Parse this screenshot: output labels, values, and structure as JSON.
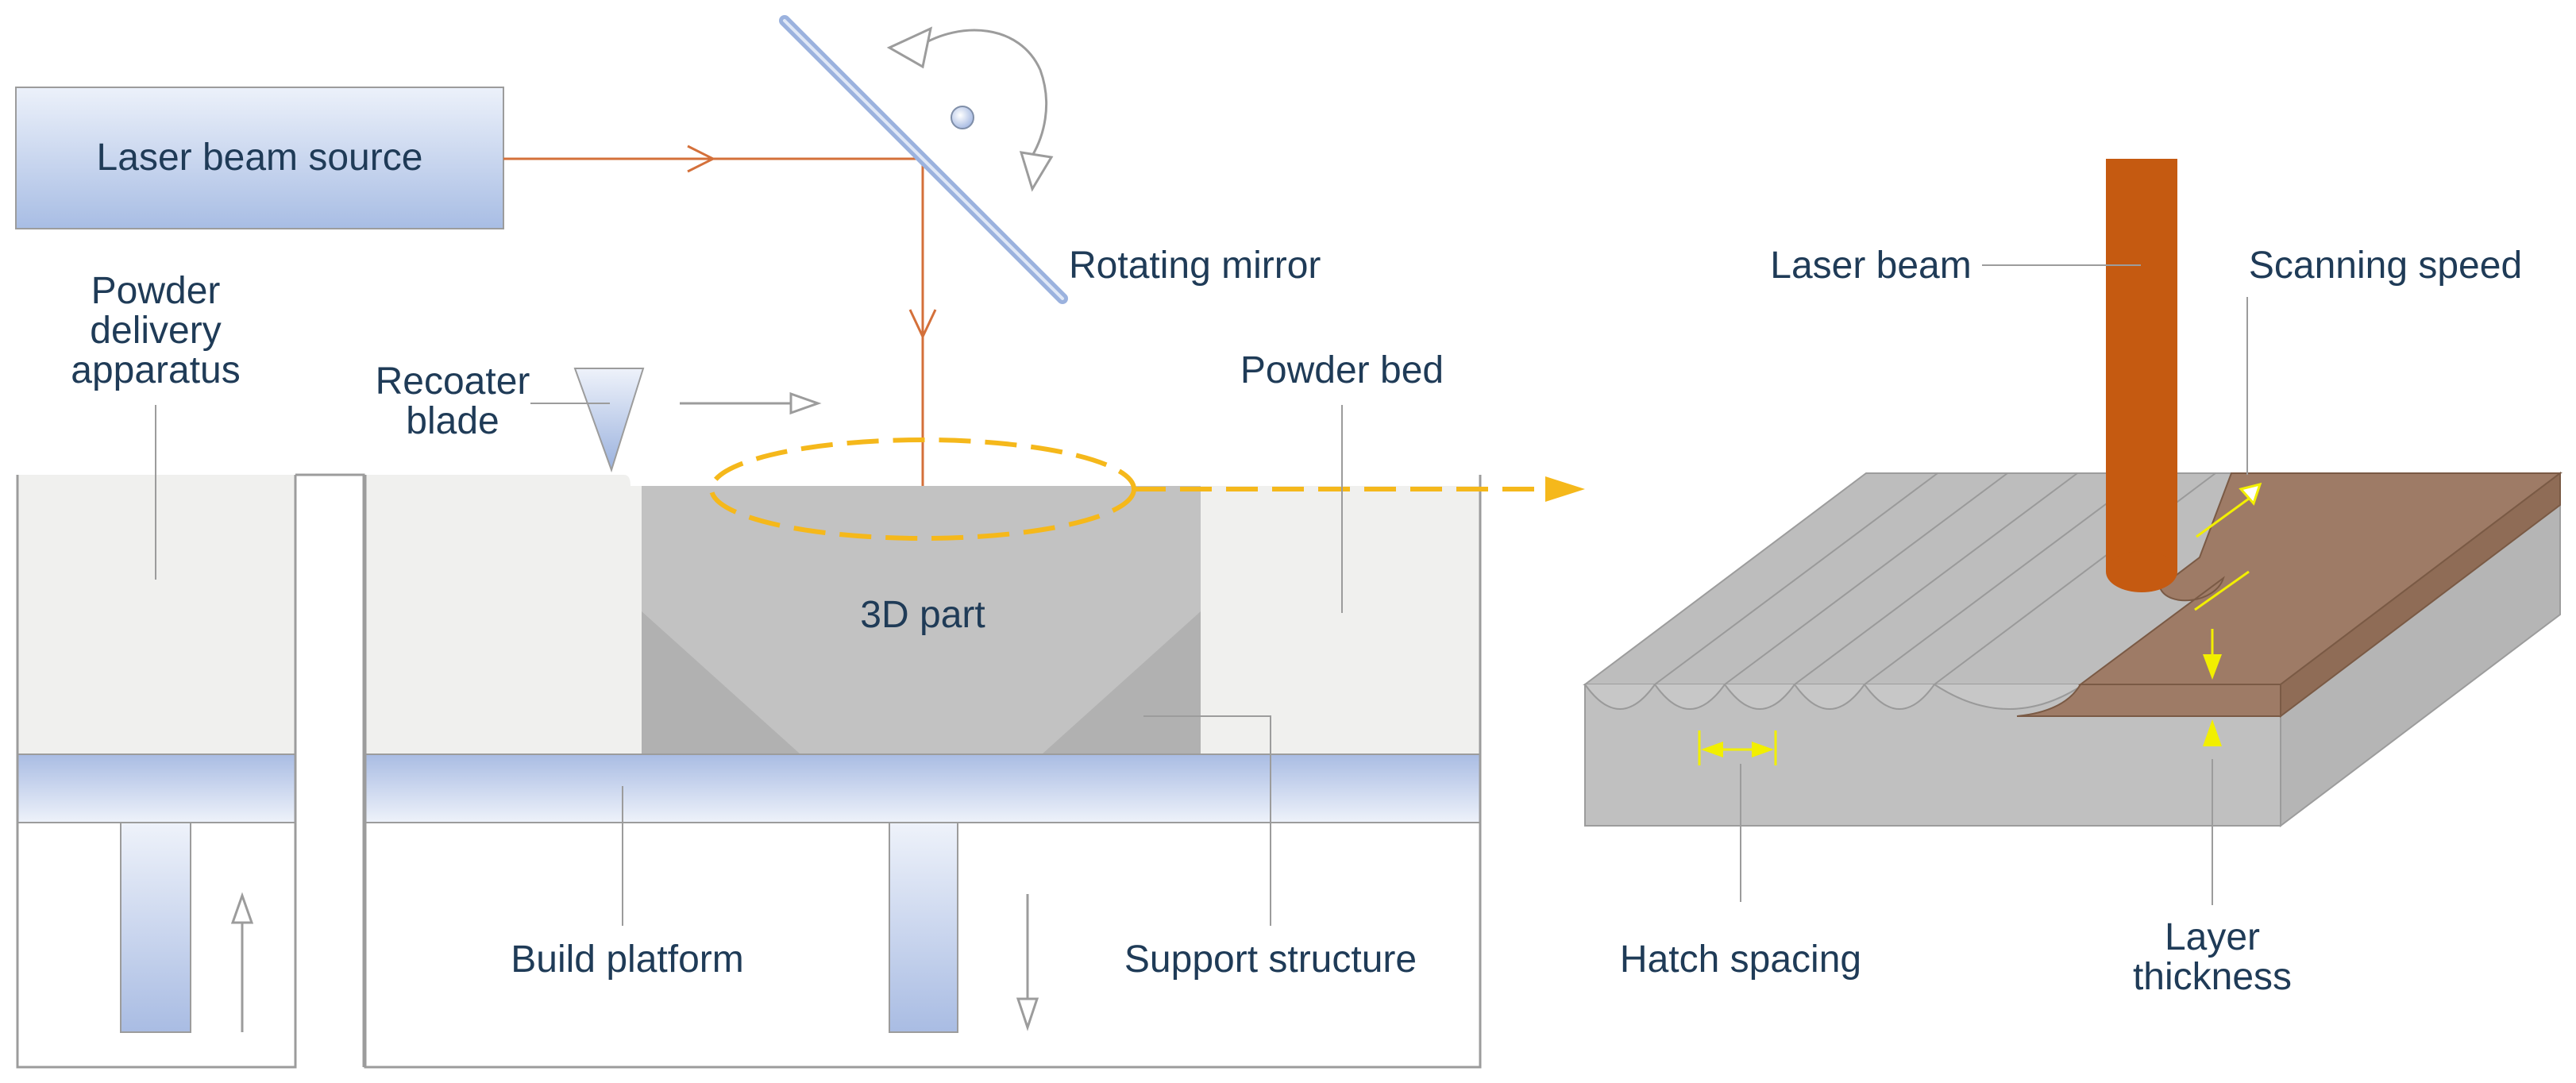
{
  "labels": {
    "laser_beam_source": "Laser beam source",
    "rotating_mirror": "Rotating mirror",
    "powder_delivery": [
      "Powder",
      "delivery",
      "apparatus"
    ],
    "recoater_blade": [
      "Recoater",
      "blade"
    ],
    "powder_bed": "Powder bed",
    "part_3d": "3D part",
    "build_platform": "Build platform",
    "support_structure": "Support structure",
    "laser_beam": "Laser beam",
    "scanning_speed": "Scanning speed",
    "hatch_spacing": "Hatch spacing",
    "layer_thickness": [
      "Layer",
      "thickness"
    ]
  },
  "colors": {
    "label_text": "#1f3b57",
    "laser_line": "#d4703a",
    "laser_column": "#c55a11",
    "melted_layer": "#9e7b66",
    "highlight_dashed": "#f5b81b",
    "dimension_arrows": "#f2ef00",
    "powder_fill": "#f0f0ee",
    "part_fill": "#c2c2c2",
    "platform_blue": "#a9bce3"
  }
}
